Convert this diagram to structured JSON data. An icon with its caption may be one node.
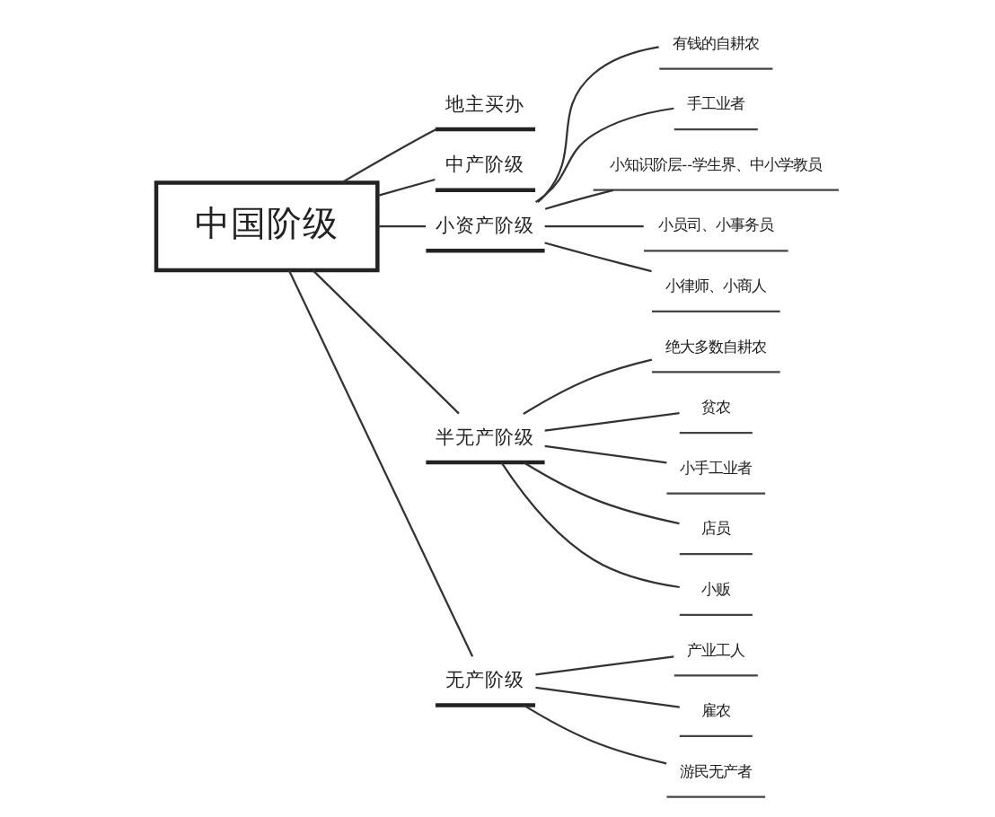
{
  "diagram": {
    "nodes": [
      {
        "text": [
          "中国阶级"
        ]
      },
      {
        "text": [
          "地主买办"
        ]
      },
      {
        "text": [
          "中产阶级"
        ]
      },
      {
        "text": [
          "小资产阶级"
        ]
      },
      {
        "text": [
          "有钱的自耕农"
        ]
      },
      {
        "text": [
          "手工业者"
        ]
      },
      {
        "text": [
          "小知识阶层--学生界、中小学教员"
        ]
      },
      {
        "text": [
          "小员司、小事务员"
        ]
      },
      {
        "text": [
          "小律师、小商人"
        ]
      },
      {
        "text": [
          "半无产阶级"
        ]
      },
      {
        "text": [
          "绝大多数自耕农"
        ]
      },
      {
        "text": [
          "贫农"
        ]
      },
      {
        "text": [
          "小手工业者"
        ]
      },
      {
        "text": [
          "店员"
        ]
      },
      {
        "text": [
          "小贩"
        ]
      },
      {
        "text": [
          "无产阶级"
        ]
      },
      {
        "text": [
          "产业工人"
        ]
      },
      {
        "text": [
          "雇农"
        ]
      },
      {
        "text": [
          "游民无产者"
        ]
      }
    ],
    "edges": [
      {
        "from": 0,
        "to": 1,
        "arrow": "none"
      },
      {
        "from": 0,
        "to": 2,
        "arrow": "none"
      },
      {
        "from": 0,
        "to": 3,
        "arrow": "none"
      },
      {
        "from": 3,
        "to": 4,
        "arrow": "none"
      },
      {
        "from": 3,
        "to": 5,
        "arrow": "none"
      },
      {
        "from": 3,
        "to": 6,
        "arrow": "none"
      },
      {
        "from": 3,
        "to": 7,
        "arrow": "none"
      },
      {
        "from": 3,
        "to": 8,
        "arrow": "none"
      },
      {
        "from": 0,
        "to": 9,
        "arrow": "none"
      },
      {
        "from": 9,
        "to": 10,
        "arrow": "none"
      },
      {
        "from": 9,
        "to": 11,
        "arrow": "none"
      },
      {
        "from": 9,
        "to": 12,
        "arrow": "none"
      },
      {
        "from": 9,
        "to": 13,
        "arrow": "none"
      },
      {
        "from": 9,
        "to": 14,
        "arrow": "none"
      },
      {
        "from": 0,
        "to": 15,
        "arrow": "none"
      },
      {
        "from": 15,
        "to": 16,
        "arrow": "none"
      },
      {
        "from": 15,
        "to": 17,
        "arrow": "none"
      },
      {
        "from": 15,
        "to": 18,
        "arrow": "none"
      }
    ]
  }
}
